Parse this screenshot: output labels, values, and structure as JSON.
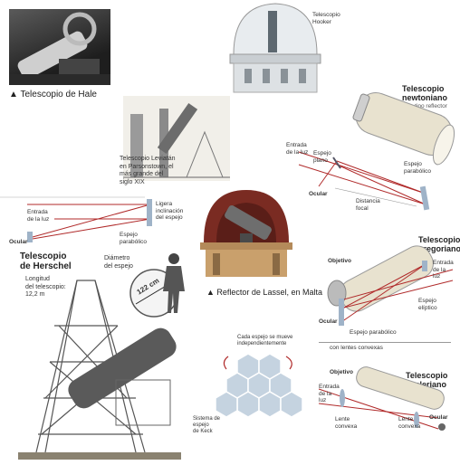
{
  "hale": {
    "caption": "▲ Telescopio de Hale"
  },
  "hooker": {
    "label_line1": "Telescopio",
    "label_line2": "Hooker"
  },
  "leviatan": {
    "lines": [
      "Telescopio Leviatán",
      "en Parsonstown, el",
      "más grande del",
      "siglo XIX"
    ]
  },
  "newtoniano": {
    "title_line1": "Telescopio",
    "title_line2": "newtoniano",
    "subtitle": "De tipo reflector",
    "entrada": [
      "Entrada",
      "de la luz"
    ],
    "espejo_plano": [
      "Espejo",
      "plano"
    ],
    "espejo_parabolico": [
      "Espejo",
      "parabólico"
    ],
    "ocular": "Ocular",
    "distancia_focal": [
      "Distancia",
      "focal"
    ]
  },
  "herschel_diagram": {
    "entrada": [
      "Entrada",
      "de la luz"
    ],
    "ligera": [
      "Ligera",
      "inclinación",
      "del espejo"
    ],
    "ocular": "Ocular",
    "espejo_parabolico": [
      "Espejo",
      "parabólico"
    ]
  },
  "herschel": {
    "title_line1": "Telescopio",
    "title_line2": "de Herschel",
    "longitud": [
      "Longitud",
      "del telescopio:",
      "12,2 m"
    ],
    "diametro": [
      "Diámetro",
      "del espejo"
    ],
    "diametro_value": "122 cm"
  },
  "lassel": {
    "caption": "▲ Reflector de Lassel, en Malta"
  },
  "gregoriano": {
    "title_line1": "Telescopio",
    "title_line2": "gregoriano",
    "objetivo": "Objetivo",
    "entrada": [
      "Entrada",
      "de la",
      "luz"
    ],
    "espejo_eliptico": [
      "Espejo",
      "elíptico"
    ],
    "ocular": "Ocular",
    "espejo_parabolico": "Espejo parabólico",
    "footer": "con lentes convexas"
  },
  "keck": {
    "note_lines": [
      "Cada espejo se mueve",
      "independientemente"
    ],
    "label_lines": [
      "Sistema de",
      "espejo",
      "de Keck"
    ]
  },
  "kepleriano": {
    "title_line1": "Telescopio",
    "title_line2": "kepleriano",
    "objetivo": "Objetivo",
    "entrada": [
      "Entrada",
      "de la",
      "luz"
    ],
    "lente_1": [
      "Lente",
      "convexa"
    ],
    "lente_2": [
      "Lente",
      "convexa"
    ],
    "ocular": "Ocular"
  },
  "colors": {
    "ray": "#b02a2a",
    "tube": "#e8e2cf",
    "mirror": "#9fb3c8",
    "photo_dark": "#3a3a3a",
    "dome_red": "#7a2b22"
  }
}
